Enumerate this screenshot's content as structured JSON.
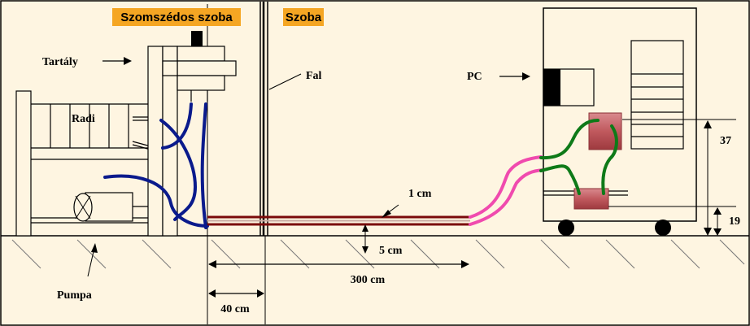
{
  "rooms": {
    "neighbor": "Szomszédos szoba",
    "room": "Szoba"
  },
  "labels": {
    "tank": "Tartály",
    "radiator": "Radi",
    "wall": "Fal",
    "pc": "PC",
    "pump": "Pumpa"
  },
  "dimensions": {
    "tube_diameter": "1 cm",
    "floor_gap": "5 cm",
    "run_length": "300 cm",
    "wall_offset": "40 cm",
    "upper_height": "37",
    "lower_height": "19"
  },
  "colors": {
    "background": "#FEF5E1",
    "room_label_bg": "#F5A623",
    "blue_hose": "#0A1A8C",
    "red_tube": "#7A0A0A",
    "pink_hose": "#F04AAE",
    "green_hose": "#0E7A18",
    "waterblock": "#C0595E"
  }
}
